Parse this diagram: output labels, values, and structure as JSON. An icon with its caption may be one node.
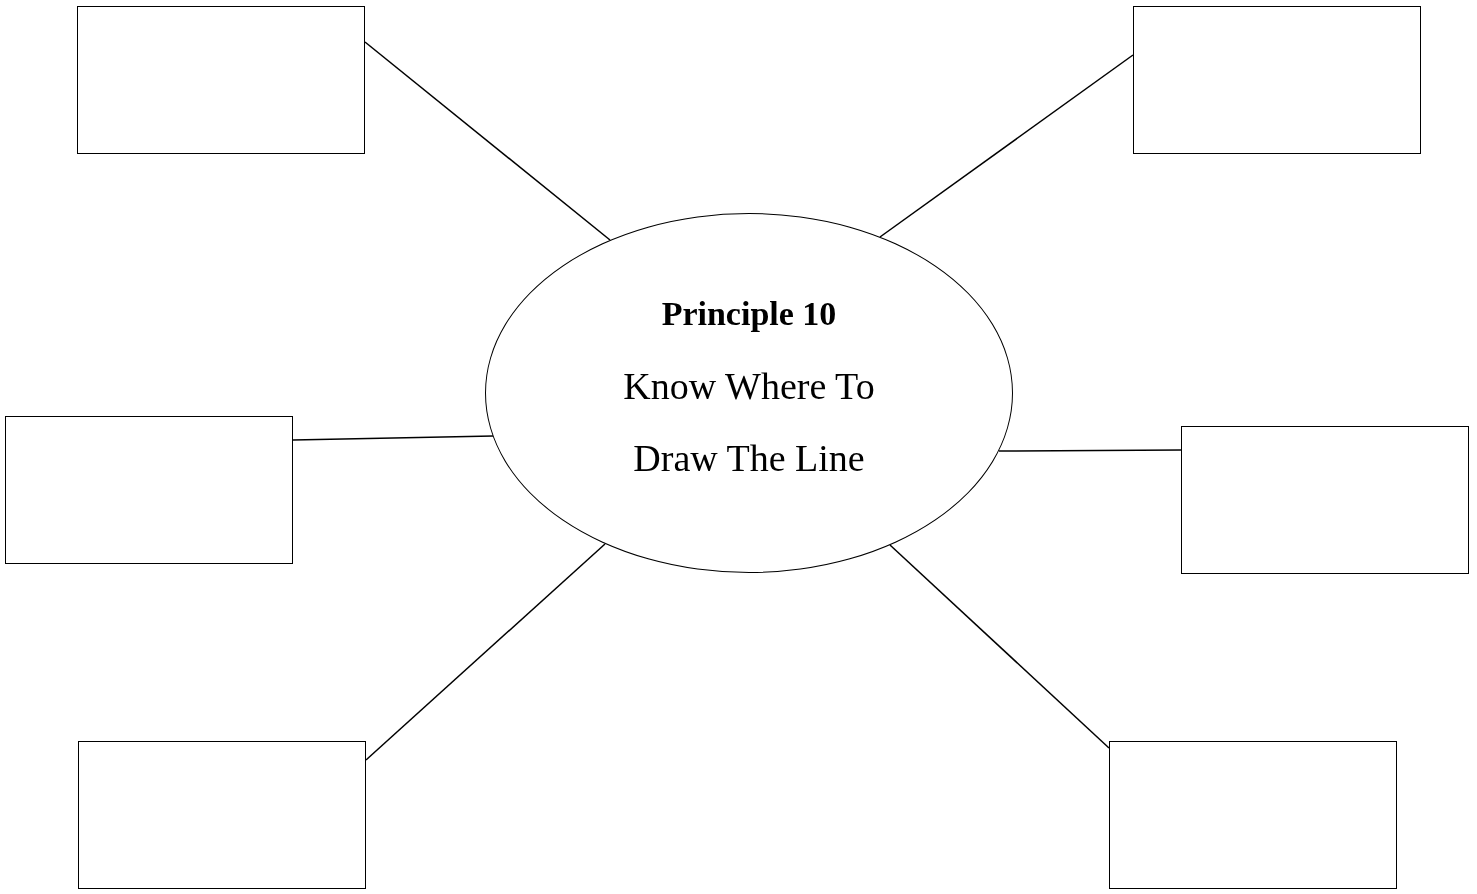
{
  "diagram": {
    "nodes": [
      {
        "text": [
          "Principle 10",
          "Know Where To Draw The Line"
        ]
      },
      {
        "text": [],
        "shape": "box"
      },
      {
        "text": [],
        "shape": "box"
      },
      {
        "text": [],
        "shape": "box"
      },
      {
        "text": [],
        "shape": "box"
      },
      {
        "text": [],
        "shape": "box"
      },
      {
        "text": [],
        "shape": "box"
      }
    ],
    "edges": [
      {
        "from": 0,
        "to": 1,
        "arrow": "none"
      },
      {
        "from": 0,
        "to": 2,
        "arrow": "none"
      },
      {
        "from": 0,
        "to": 3,
        "arrow": "none"
      },
      {
        "from": 0,
        "to": 4,
        "arrow": "none"
      },
      {
        "from": 0,
        "to": 5,
        "arrow": "none"
      },
      {
        "from": 0,
        "to": 6,
        "arrow": "none"
      }
    ]
  }
}
